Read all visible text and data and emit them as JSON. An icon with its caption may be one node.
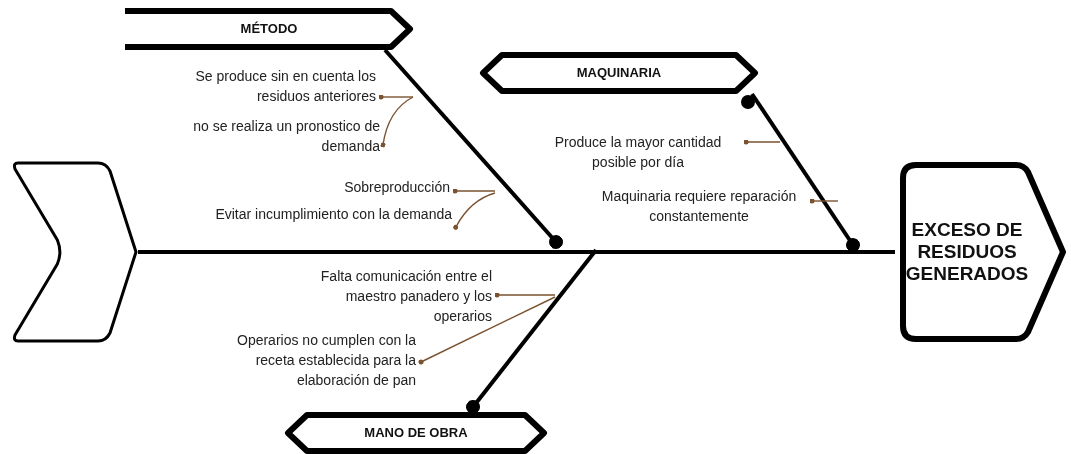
{
  "diagram": {
    "nodes": [
      {
        "text": [],
        "shape": "chevron"
      },
      {
        "text": [
          "EXCESO DE RESIDUOS GENERADOS"
        ]
      },
      {
        "text": [
          "MÉTODO"
        ]
      },
      {
        "text": [
          "MAQUINARIA"
        ]
      },
      {
        "text": [
          "MANO DE OBRA"
        ]
      },
      {
        "text": [
          "Se produce sin en cuenta los residuos anteriores"
        ]
      },
      {
        "text": [
          "no se realiza un pronostico de demanda"
        ]
      },
      {
        "text": [
          "Sobreproducción"
        ]
      },
      {
        "text": [
          "Evitar incumplimiento con la demanda"
        ]
      },
      {
        "text": [
          "Produce la mayor cantidad posible por día"
        ]
      },
      {
        "text": [
          "Maquinaria requiere reparación constantemente"
        ]
      },
      {
        "text": [
          "Falta comunicación entre el maestro panadero y los operarios"
        ]
      },
      {
        "text": [
          "Operarios no cumplen con la receta establecida para la elaboración de pan"
        ]
      }
    ],
    "edges": [
      {
        "from": 0,
        "to": 1,
        "arrow": "none",
        "style": "thick",
        "color": "#000000"
      },
      {
        "from": 2,
        "to": null,
        "arrow": "other",
        "style": "thick",
        "color": "#000000"
      },
      {
        "from": 3,
        "to": null,
        "arrow": "other",
        "style": "thick",
        "color": "#000000"
      },
      {
        "from": null,
        "to": 4,
        "arrow": "other",
        "style": "thick",
        "color": "#000000"
      },
      {
        "from": null,
        "to": 5,
        "arrow": "other"
      },
      {
        "from": null,
        "to": 6,
        "arrow": "other"
      },
      {
        "from": null,
        "to": 7,
        "arrow": "other"
      },
      {
        "from": null,
        "to": 8,
        "arrow": "other"
      },
      {
        "from": null,
        "to": 9,
        "arrow": "other"
      },
      {
        "from": null,
        "to": 10,
        "arrow": "other"
      },
      {
        "from": null,
        "to": 11,
        "arrow": "other"
      },
      {
        "from": null,
        "to": 12,
        "arrow": "other"
      }
    ]
  }
}
